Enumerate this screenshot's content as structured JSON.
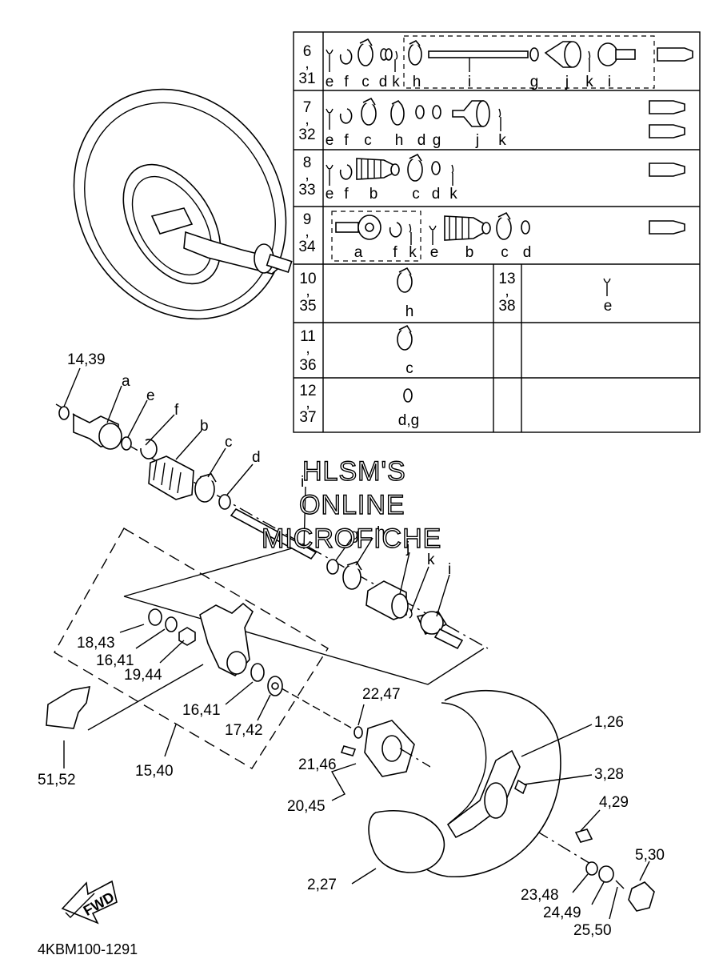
{
  "watermark": [
    "HLSM'S",
    "ONLINE",
    "MICROFICHE"
  ],
  "diagram_code": "4KBM100-1291",
  "fwd_label": "FWD",
  "table": {
    "rows": [
      {
        "ref": [
          "6",
          ",",
          "31"
        ],
        "letters": [
          "e",
          "f",
          "c",
          "d",
          "k",
          "h",
          "i",
          "g",
          "j",
          "k",
          "i"
        ]
      },
      {
        "ref": [
          "7",
          ",",
          "32"
        ],
        "letters": [
          "e",
          "f",
          "c",
          "h",
          "d",
          "g",
          "j",
          "k"
        ]
      },
      {
        "ref": [
          "8",
          ",",
          "33"
        ],
        "letters": [
          "e",
          "f",
          "b",
          "c",
          "d",
          "k"
        ]
      },
      {
        "ref": [
          "9",
          ",",
          "34"
        ],
        "letters": [
          "a",
          "f",
          "k",
          "e",
          "b",
          "c",
          "d"
        ]
      }
    ],
    "small": [
      {
        "ref": [
          "10",
          ",",
          "35"
        ],
        "letter": "h"
      },
      {
        "ref": [
          "11",
          ",",
          "36"
        ],
        "letter": "c"
      },
      {
        "ref": [
          "12",
          ",",
          "37"
        ],
        "letter": "d,g"
      },
      {
        "ref": [
          "13",
          ",",
          "38"
        ],
        "letter": "e"
      }
    ]
  },
  "callouts": {
    "c14_39": "14,39",
    "a": "a",
    "e": "e",
    "f": "f",
    "b": "b",
    "c": "c",
    "d": "d",
    "i": "i",
    "g": "g",
    "h": "h",
    "j": "j",
    "k": "k",
    "i2": "i",
    "c18_43": "18,43",
    "c16_41": "16,41",
    "c19_44": "19,44",
    "c16_41b": "16,41",
    "c17_42": "17,42",
    "c51_52": "51,52",
    "c15_40": "15,40",
    "c22_47": "22,47",
    "c21_46": "21,46",
    "c20_45": "20,45",
    "c1_26": "1,26",
    "c3_28": "3,28",
    "c4_29": "4,29",
    "c5_30": "5,30",
    "c2_27": "2,27",
    "c23_48": "23,48",
    "c24_49": "24,49",
    "c25_50": "25,50"
  }
}
